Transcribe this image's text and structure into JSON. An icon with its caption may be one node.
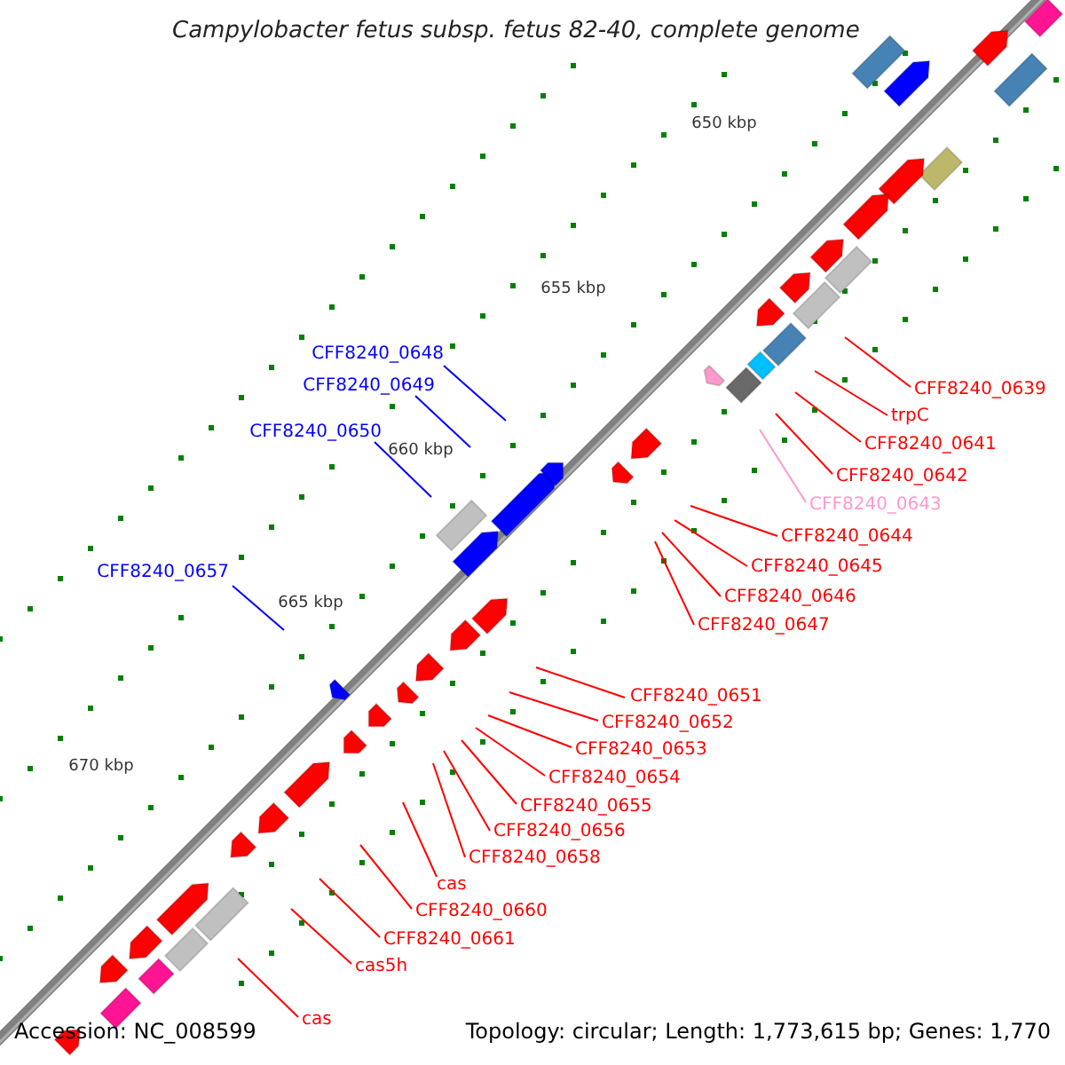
{
  "diagram": {
    "title": "Campylobacter fetus subsp. fetus 82-40, complete genome",
    "nodes": [
      {
        "text": [
          "CFF8240_0648"
        ]
      },
      {
        "text": [
          "CFF8240_0639"
        ]
      },
      {
        "text": [
          "CFF8240_0649"
        ]
      },
      {
        "text": [
          "trpC"
        ]
      },
      {
        "text": [
          "CFF8240_0650"
        ]
      },
      {
        "text": [
          "CFF8240_0641"
        ]
      },
      {
        "text": [
          "CFF8240_0642"
        ]
      },
      {
        "text": [
          "CFF8240_0643"
        ]
      },
      {
        "text": [
          "CFF8240_0644"
        ]
      },
      {
        "text": [
          "CFF8240_0657"
        ]
      },
      {
        "text": [
          "CFF8240_0645"
        ]
      },
      {
        "text": [
          "CFF8240_0646"
        ]
      },
      {
        "text": [
          "CFF8240_0647"
        ]
      },
      {
        "text": [
          "CFF8240_0651"
        ]
      },
      {
        "text": [
          "CFF8240_0652"
        ]
      },
      {
        "text": [
          "CFF8240_0653"
        ]
      },
      {
        "text": [
          "CFF8240_0654"
        ]
      },
      {
        "text": [
          "CFF8240_0655"
        ]
      },
      {
        "text": [
          "CFF8240_0656"
        ]
      },
      {
        "text": [
          "CFF8240_0658"
        ]
      },
      {
        "text": [
          "cas"
        ]
      },
      {
        "text": [
          "CFF8240_0660"
        ]
      },
      {
        "text": [
          "CFF8240_0661"
        ]
      },
      {
        "text": [
          "cas5h"
        ]
      },
      {
        "text": [
          "cas"
        ]
      }
    ],
    "edges": [
      {
        "from": 0,
        "to": null,
        "arrow": "none",
        "color": "#0000ff"
      },
      {
        "from": 1,
        "to": null,
        "arrow": "none"
      },
      {
        "from": 2,
        "to": null,
        "arrow": "none",
        "color": "#0000ff"
      },
      {
        "from": 3,
        "to": null,
        "arrow": "none"
      },
      {
        "from": 4,
        "to": null,
        "arrow": "none",
        "color": "#0000ff"
      },
      {
        "from": 5,
        "to": null,
        "arrow": "none"
      },
      {
        "from": 6,
        "to": null,
        "arrow": "none"
      },
      {
        "from": 7,
        "to": null,
        "arrow": "none",
        "color": "#ff99cc"
      },
      {
        "from": 8,
        "to": null,
        "arrow": "none"
      },
      {
        "from": 9,
        "to": null,
        "arrow": "none",
        "color": "#0000ff"
      },
      {
        "from": 10,
        "to": null,
        "arrow": "none"
      },
      {
        "from": 11,
        "to": null,
        "arrow": "none"
      },
      {
        "from": 12,
        "to": null,
        "arrow": "none"
      },
      {
        "from": 13,
        "to": null,
        "arrow": "none"
      },
      {
        "from": 14,
        "to": null,
        "arrow": "none"
      },
      {
        "from": 15,
        "to": null,
        "arrow": "none"
      },
      {
        "from": 16,
        "to": null,
        "arrow": "none"
      },
      {
        "from": 17,
        "to": null,
        "arrow": "none"
      },
      {
        "from": 18,
        "to": null,
        "arrow": "none"
      },
      {
        "from": 19,
        "to": null,
        "arrow": "none"
      },
      {
        "from": 20,
        "to": null,
        "arrow": "none"
      },
      {
        "from": 21,
        "to": null,
        "arrow": "none"
      },
      {
        "from": 22,
        "to": null,
        "arrow": "none"
      },
      {
        "from": 23,
        "to": null,
        "arrow": "none"
      },
      {
        "from": 24,
        "to": null,
        "arrow": "none"
      }
    ],
    "labels": [
      "650 kbp",
      "655 kbp",
      "660 kbp",
      "665 kbp",
      "670 kbp",
      "Accession: NC_008599",
      "Topology: circular; Length: 1,773,615 bp; Genes: 1,770"
    ]
  }
}
